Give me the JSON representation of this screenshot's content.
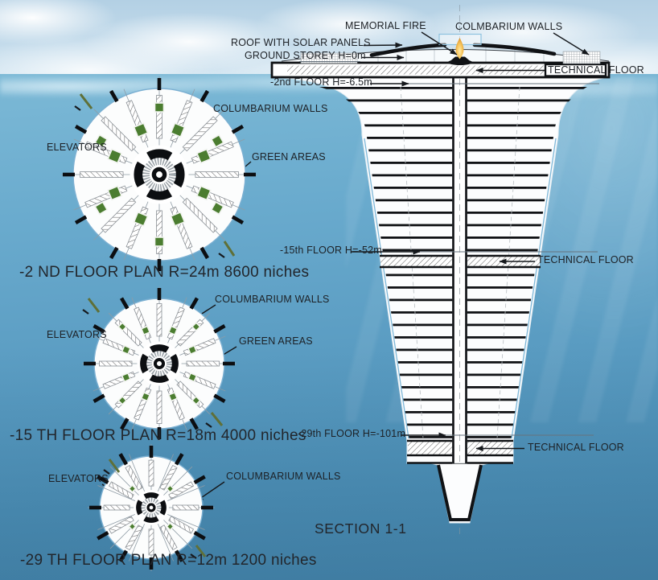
{
  "section": {
    "labels": {
      "memorial_fire": "MEMORIAL FIRE",
      "colmbarium_walls": "COLMBARIUM WALLS",
      "roof_with_solar_panels": "ROOF WITH SOLAR PANELS",
      "ground_storey": "GROUND STOREY H=0m",
      "technical_floor_top": "TECHNICAL FLOOR",
      "floor_2nd": "-2nd FLOOR H=-6.5m",
      "floor_15th": "-15th FLOOR  H=-52m",
      "technical_floor_mid": "TECHNICAL FLOOR",
      "floor_29th": "-29th FLOOR  H=-101m",
      "technical_floor_bottom": "TECHNICAL FLOOR",
      "section_title": "SECTION 1-1"
    }
  },
  "plans": [
    {
      "caption": "-2 ND FLOOR PLAN R=24m 8600 niches",
      "labels": {
        "elevators": "ELEVATORS",
        "columbarium_walls": "COLUMBARIUM WALLS",
        "green_areas": "GREEN AREAS"
      }
    },
    {
      "caption": "-15 TH FLOOR PLAN R=18m 4000 niches",
      "labels": {
        "elevators": "ELEVATORS",
        "columbarium_walls": "COLUMBARIUM WALLS",
        "green_areas": "GREEN AREAS"
      }
    },
    {
      "caption": "-29 TH FLOOR PLAN R=12m 1200 niches",
      "labels": {
        "elevators": "ELEVATORS",
        "columbarium_walls": "COLUMBARIUM WALLS"
      }
    }
  ],
  "colors": {
    "green_area": "#4b7d30",
    "cut_mark_olive": "#5f7038",
    "ink": "#15181c",
    "water_top": "#7cb9d6",
    "water_bottom": "#4786ad"
  }
}
